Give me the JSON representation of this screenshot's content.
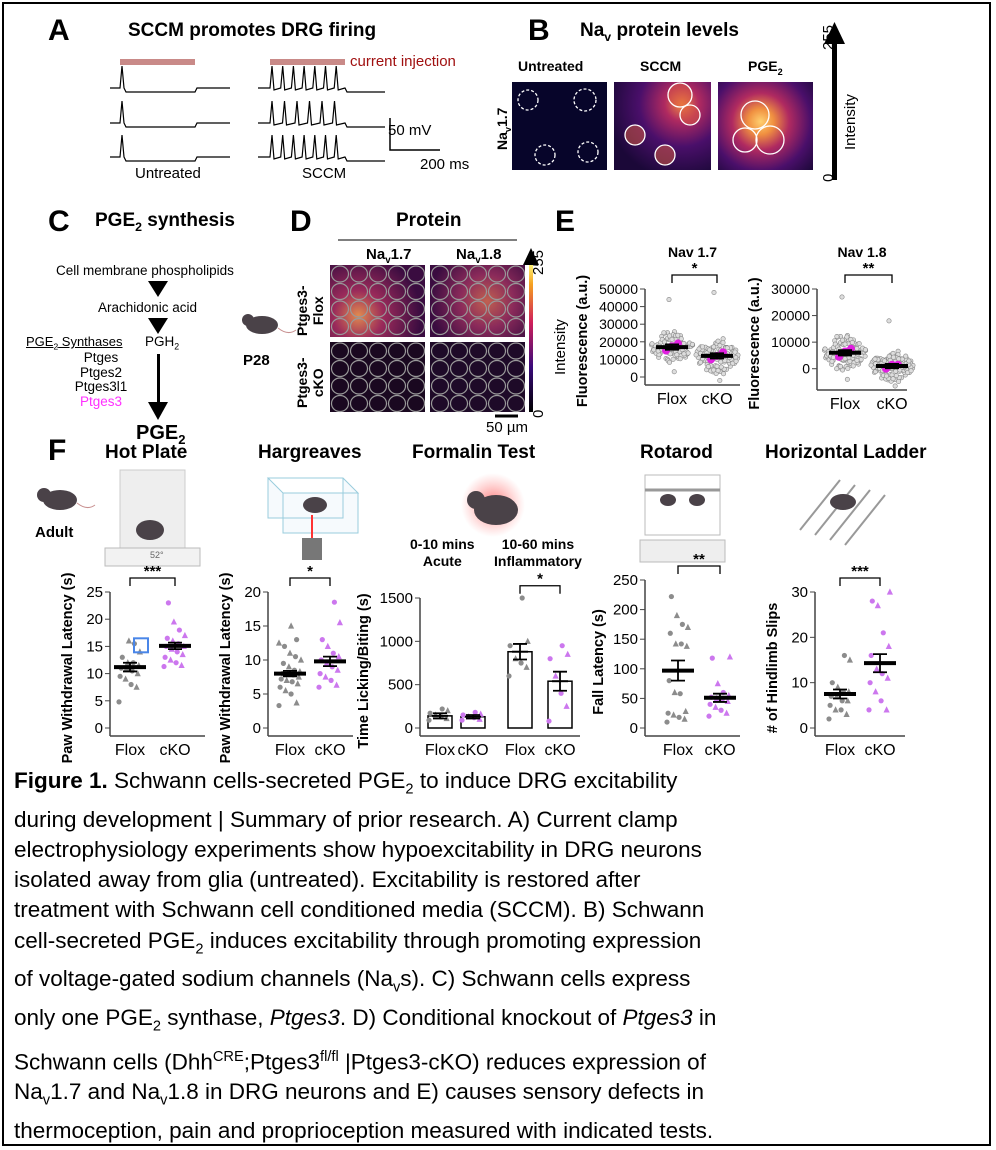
{
  "panel_a": {
    "letter": "A",
    "title": "SCCM promotes DRG firing",
    "injection_label": "current injection",
    "scale_mv": "50 mV",
    "scale_ms": "200 ms",
    "groups": [
      "Untreated",
      "SCCM"
    ],
    "colors": {
      "injection_bar": "#c98a88",
      "injection_text": "#a01010"
    }
  },
  "panel_b": {
    "letter": "B",
    "title_main": "Na",
    "title_sub": "v",
    "title_rest": " protein levels",
    "row_label_main": "Na",
    "row_label_sub": "v",
    "row_label_rest": "1.7",
    "columns": [
      "Untreated",
      "SCCM",
      "PGE"
    ],
    "column_sub": "2",
    "colorbar": {
      "max": "255",
      "min": "0",
      "label": "Intensity"
    }
  },
  "panel_c": {
    "letter": "C",
    "title_main": "PGE",
    "title_sub": "2",
    "title_rest": " synthesis",
    "step1": "Cell membrane phospholipids",
    "step2": "Arachidonic acid",
    "step3_main": "PGH",
    "step3_sub": "2",
    "product_main": "PGE",
    "product_sub": "2",
    "synthases_heading_main": "PGE",
    "synthases_heading_sub": "2",
    "synthases_heading_rest": " Synthases",
    "synthases": [
      "Ptges",
      "Ptges2",
      "Ptges3l1",
      "Ptges3"
    ],
    "highlight_color": "#ff30ff"
  },
  "panel_d": {
    "letter": "D",
    "header": "Protein",
    "age": "P28",
    "columns": [
      {
        "main": "Na",
        "sub": "v",
        "rest": "1.7"
      },
      {
        "main": "Na",
        "sub": "v",
        "rest": "1.8"
      }
    ],
    "rows": [
      "Ptges3-\nFlox",
      "Ptges3-\ncKO"
    ],
    "row_line1": [
      "Ptges3-",
      "Ptges3-"
    ],
    "row_line2": [
      "Flox",
      "cKO"
    ],
    "colorbar": {
      "max": "255",
      "min": "0",
      "label": "Intensity"
    },
    "scale_bar": "50 µm"
  },
  "panel_e": {
    "letter": "E"
  },
  "panel_f": {
    "letter": "F",
    "age": "Adult",
    "tests": [
      "Hot Plate",
      "Hargreaves",
      "Formalin Test",
      "Rotarod",
      "Horizontal Ladder"
    ],
    "formalin_phases": [
      {
        "time": "0-10 mins",
        "name": "Acute"
      },
      {
        "time": "10-60 mins",
        "name": "Inflammatory"
      }
    ],
    "hotplate_display": "52°"
  },
  "chart_data": [
    {
      "id": "e1",
      "type": "scatter",
      "title": "Nav 1.7",
      "ylabel": "Fluorescence (a.u.)",
      "ylim": [
        0,
        50000
      ],
      "yticks": [
        0,
        10000,
        20000,
        30000,
        40000,
        50000
      ],
      "categories": [
        "Flox",
        "cKO"
      ],
      "significance": "*",
      "groups": [
        {
          "name": "Flox",
          "mean": 17000,
          "sem": 1500,
          "spread": 6000,
          "n": 90,
          "min": 3000,
          "max": 44000,
          "mice_means": [
            15000,
            17500,
            19000
          ]
        },
        {
          "name": "cKO",
          "mean": 12000,
          "sem": 1500,
          "spread": 7000,
          "n": 110,
          "min": -2000,
          "max": 48000,
          "mice_means": [
            10000,
            12000,
            14000
          ]
        }
      ]
    },
    {
      "id": "e2",
      "type": "scatter",
      "title": "Nav 1.8",
      "ylabel": "Fluorescence (a.u.)",
      "ylim": [
        -5000,
        30000
      ],
      "yticks": [
        0,
        10000,
        20000,
        30000
      ],
      "categories": [
        "Flox",
        "cKO"
      ],
      "significance": "**",
      "groups": [
        {
          "name": "Flox",
          "mean": 6000,
          "sem": 1000,
          "spread": 4500,
          "n": 110,
          "min": -4000,
          "max": 27000,
          "mice_means": [
            4500,
            6500,
            7500
          ]
        },
        {
          "name": "cKO",
          "mean": 1000,
          "sem": 800,
          "spread": 4000,
          "n": 130,
          "min": -6500,
          "max": 18000,
          "mice_means": [
            0,
            1500,
            1500
          ]
        }
      ]
    },
    {
      "id": "hotplate",
      "type": "scatter",
      "ylabel": "Paw Withdrawal Latency (s)",
      "ylim": [
        0,
        25
      ],
      "yticks": [
        0,
        5,
        10,
        15,
        20,
        25
      ],
      "categories": [
        "Flox",
        "cKO"
      ],
      "significance": "***",
      "groups": [
        {
          "name": "Flox",
          "mean": 11.2,
          "sem": 0.8,
          "points": [
            4.8,
            7.5,
            8,
            9,
            9.5,
            10,
            10.5,
            11,
            11,
            11.5,
            12,
            12,
            13,
            14,
            15.5,
            16
          ]
        },
        {
          "name": "cKO",
          "mean": 15.1,
          "sem": 0.6,
          "points": [
            11.3,
            11.5,
            12,
            12.5,
            13,
            13.5,
            14,
            14.5,
            15,
            15,
            15.5,
            16,
            16.5,
            17,
            18,
            19.5,
            23
          ]
        }
      ],
      "highlight_point": {
        "group": "Flox",
        "value": 15.2,
        "color": "#4a86e8"
      }
    },
    {
      "id": "hargreaves",
      "type": "scatter",
      "ylabel": "Paw Withdrawal Latency (s)",
      "ylim": [
        0,
        20
      ],
      "yticks": [
        0,
        5,
        10,
        15,
        20
      ],
      "categories": [
        "Flox",
        "cKO"
      ],
      "significance": "*",
      "groups": [
        {
          "name": "Flox",
          "mean": 8.0,
          "sem": 0.4,
          "points": [
            3.3,
            3.7,
            5,
            5.5,
            6,
            6.5,
            6.8,
            7,
            7.2,
            7.5,
            7.8,
            8,
            8,
            8.3,
            8.5,
            9,
            9.5,
            10,
            10.5,
            11,
            12,
            12.5,
            13,
            15
          ]
        },
        {
          "name": "cKO",
          "mean": 9.8,
          "sem": 0.7,
          "points": [
            6,
            6.3,
            7,
            7.5,
            8,
            8.5,
            9,
            9.5,
            10,
            10.5,
            11,
            12,
            13,
            15.5,
            18.5
          ]
        }
      ]
    },
    {
      "id": "formalin",
      "type": "bar",
      "ylabel": "Time Licking/Biting (s)",
      "ylim": [
        0,
        1500
      ],
      "yticks": [
        0,
        500,
        1000,
        1500
      ],
      "categories": [
        "Flox",
        "cKO",
        "Flox",
        "cKO"
      ],
      "significance": "*",
      "groups": [
        {
          "name": "Flox",
          "phase": "Acute",
          "mean": 140,
          "sem": 30,
          "points": [
            90,
            110,
            130,
            150,
            170,
            200,
            220
          ]
        },
        {
          "name": "cKO",
          "phase": "Acute",
          "mean": 130,
          "sem": 20,
          "points": [
            90,
            100,
            120,
            130,
            150,
            160,
            180
          ]
        },
        {
          "name": "Flox",
          "phase": "Inflammatory",
          "mean": 880,
          "sem": 90,
          "points": [
            600,
            700,
            750,
            800,
            950,
            1000,
            1500
          ]
        },
        {
          "name": "cKO",
          "phase": "Inflammatory",
          "mean": 540,
          "sem": 110,
          "points": [
            80,
            250,
            400,
            600,
            800,
            850,
            950
          ]
        }
      ]
    },
    {
      "id": "rotarod",
      "type": "scatter",
      "ylabel": "Fall Latency (s)",
      "ylim": [
        0,
        250
      ],
      "yticks": [
        0,
        50,
        100,
        150,
        200,
        250
      ],
      "categories": [
        "Flox",
        "cKO"
      ],
      "significance": "**",
      "groups": [
        {
          "name": "Flox",
          "mean": 97,
          "sem": 17,
          "points": [
            10,
            15,
            18,
            22,
            25,
            28,
            58,
            60,
            80,
            138,
            142,
            142,
            160,
            170,
            175,
            190,
            222
          ]
        },
        {
          "name": "cKO",
          "mean": 51,
          "sem": 7,
          "points": [
            20,
            25,
            30,
            35,
            40,
            45,
            48,
            50,
            52,
            55,
            60,
            75,
            118,
            120
          ]
        }
      ]
    },
    {
      "id": "ladder",
      "type": "scatter",
      "ylabel": "# of Hindlimb Slips",
      "ylim": [
        0,
        30
      ],
      "yticks": [
        0,
        10,
        20,
        30
      ],
      "categories": [
        "Flox",
        "cKO"
      ],
      "significance": "***",
      "groups": [
        {
          "name": "Flox",
          "mean": 7.5,
          "sem": 1,
          "points": [
            2,
            3,
            4,
            4,
            5,
            6,
            6,
            7,
            7,
            8,
            8,
            9,
            10,
            15,
            16
          ]
        },
        {
          "name": "cKO",
          "mean": 14.3,
          "sem": 2,
          "points": [
            4,
            4,
            6,
            8,
            10,
            11,
            12,
            13,
            16,
            18,
            21,
            27,
            28,
            30
          ]
        }
      ]
    }
  ],
  "colors": {
    "flox": "#8c8c8c",
    "cko": "#cc77ee",
    "mice_mean": "#e020e0"
  },
  "caption": [
    [
      {
        "t": "Figure 1.",
        "s": "b"
      },
      {
        "t": " Schwann cells-secreted PGE"
      },
      {
        "t": "2",
        "s": "sub"
      },
      {
        "t": " to induce DRG excitability"
      }
    ],
    [
      {
        "t": "during development | Summary of prior research. A) Current clamp"
      }
    ],
    [
      {
        "t": "electrophysiology experiments show hypoexcitability in DRG neurons"
      }
    ],
    [
      {
        "t": "isolated away from glia (untreated). Excitability is restored after"
      }
    ],
    [
      {
        "t": "treatment with Schwann cell conditioned media (SCCM).  B) Schwann"
      }
    ],
    [
      {
        "t": "cell-secreted PGE"
      },
      {
        "t": "2",
        "s": "sub"
      },
      {
        "t": " induces excitability through promoting expression"
      }
    ],
    [
      {
        "t": "of voltage-gated sodium channels (Na"
      },
      {
        "t": "v",
        "s": "sub"
      },
      {
        "t": "s). C) Schwann cells express"
      }
    ],
    [
      {
        "t": "only one PGE"
      },
      {
        "t": "2",
        "s": "sub"
      },
      {
        "t": " synthase, "
      },
      {
        "t": "Ptges3",
        "s": "i"
      },
      {
        "t": ". D) Conditional knockout of "
      },
      {
        "t": "Ptges3",
        "s": "i"
      },
      {
        "t": " in"
      }
    ],
    [
      {
        "t": "Schwann cells (Dhh"
      },
      {
        "t": "CRE",
        "s": "sup"
      },
      {
        "t": ";Ptges3"
      },
      {
        "t": "fl/fl",
        "s": "sup"
      },
      {
        "t": " |Ptges3-cKO) reduces expression of"
      }
    ],
    [
      {
        "t": "Na"
      },
      {
        "t": "v",
        "s": "sub"
      },
      {
        "t": "1.7 and Na"
      },
      {
        "t": "v",
        "s": "sub"
      },
      {
        "t": "1.8 in DRG neurons and E) causes sensory defects in"
      }
    ],
    [
      {
        "t": "thermoception, pain and proprioception measured with indicated tests."
      }
    ]
  ]
}
